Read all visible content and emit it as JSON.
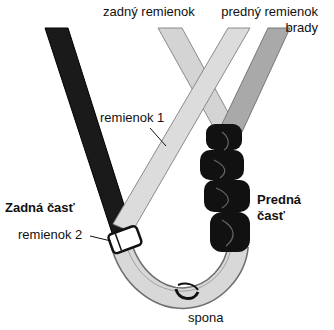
{
  "diagram": {
    "labels": [
      "zadný remienok",
      "predný remienok brady",
      "remienok 1",
      "Zadná časť",
      "remienok 2",
      "Predná časť",
      "spona"
    ]
  }
}
